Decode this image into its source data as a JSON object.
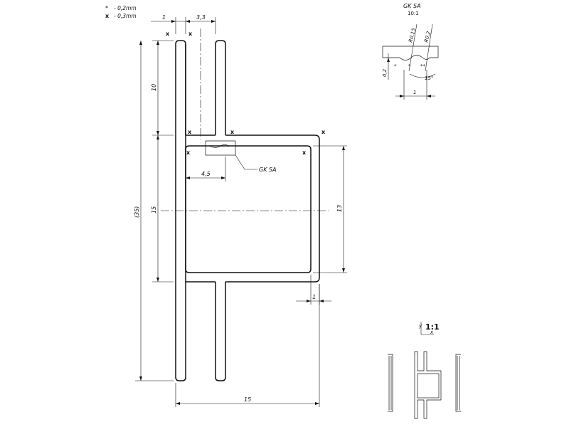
{
  "legend": {
    "star_symbol": "*",
    "star_text": "- 0,2mm",
    "x_symbol": "x",
    "x_text": "- 0,3mm"
  },
  "dimensions": {
    "top_wall": "1",
    "top_gap": "3,3",
    "upper_height": "10",
    "total_height": "(35)",
    "frame_height": "15",
    "inner_height": "13",
    "inner_offset": "4,5",
    "right_wall": "1",
    "total_width": "15"
  },
  "corner_marks": {
    "x_label": "x"
  },
  "callout": {
    "label": "GK SA"
  },
  "detail": {
    "title": "GK SA",
    "scale": "10:1",
    "radius1": "R0,15",
    "radius2": "R0,2",
    "depth": "0,2",
    "angle": "15°",
    "width": "1",
    "star_mark": "*",
    "double_star_mark": "**"
  },
  "thumbnail": {
    "scale": "1:1",
    "axis_y": "y",
    "axis_x": "x"
  }
}
